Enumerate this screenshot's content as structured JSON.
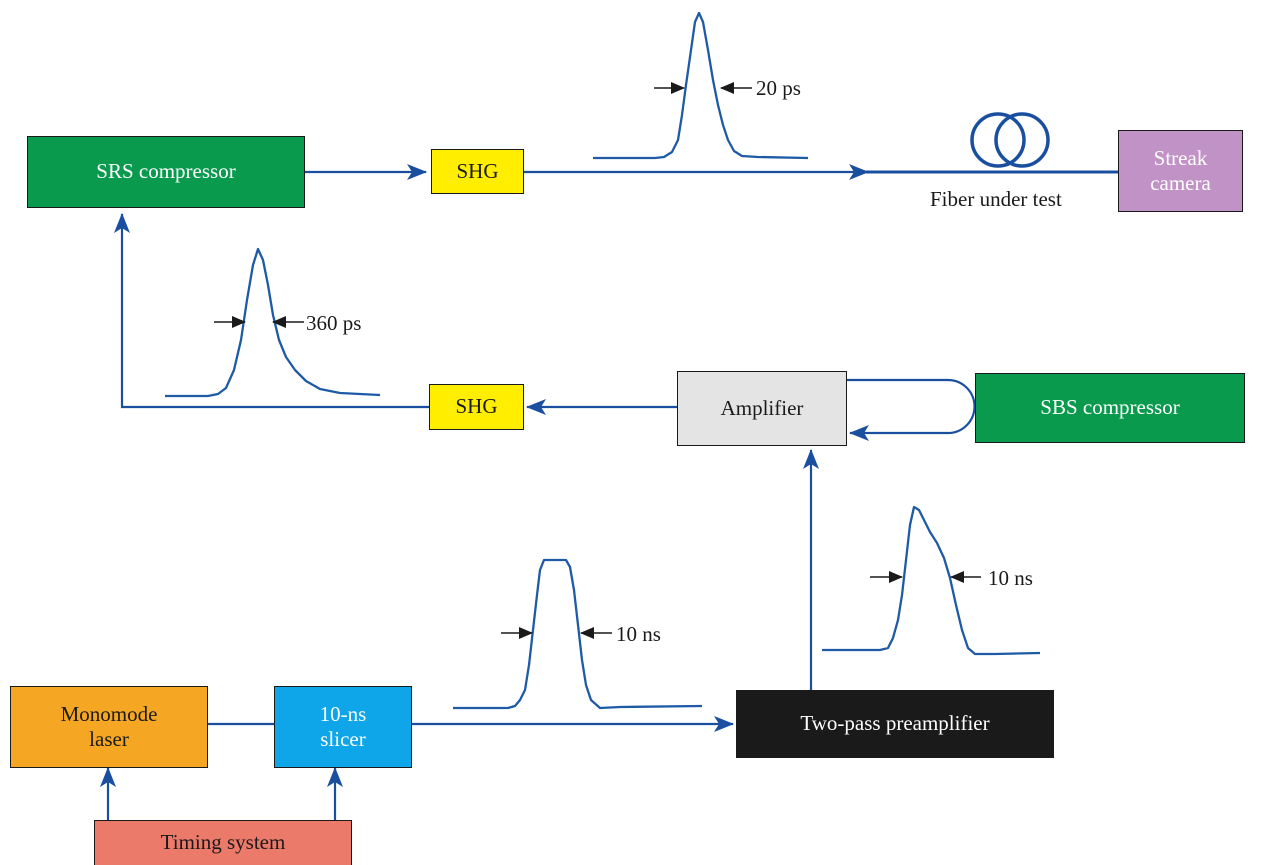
{
  "blocks": {
    "srs_compressor": {
      "label": "SRS compressor",
      "color": "#0a9a4e"
    },
    "shg_top": {
      "label": "SHG",
      "color": "#ffee00"
    },
    "streak_camera": {
      "line1": "Streak",
      "line2": "camera",
      "color": "#c192c6"
    },
    "shg_mid": {
      "label": "SHG",
      "color": "#ffee00"
    },
    "amplifier": {
      "label": "Amplifier",
      "color": "#e4e4e4"
    },
    "sbs_compressor": {
      "label": "SBS compressor",
      "color": "#0a9a4e"
    },
    "monomode_laser": {
      "line1": "Monomode",
      "line2": "laser",
      "color": "#f5a623"
    },
    "slicer": {
      "line1": "10-ns",
      "line2": "slicer",
      "color": "#0ea5e9"
    },
    "preamplifier": {
      "label": "Two-pass preamplifier",
      "color": "#1a1a1a"
    },
    "timing_system": {
      "label": "Timing system",
      "color": "#ec7a6a"
    }
  },
  "labels": {
    "fiber_under_test": "Fiber under test"
  },
  "pulses": {
    "top": {
      "width_label": "20 ps"
    },
    "srs": {
      "width_label": "360 ps"
    },
    "slicer_out": {
      "width_label": "10 ns"
    },
    "preamp_out": {
      "width_label": "10 ns"
    }
  },
  "colors": {
    "beam": "#1a4fa0",
    "trace": "#1f5aa6",
    "dark_text": "#1a1a1a",
    "light_text": "#ffffff"
  }
}
